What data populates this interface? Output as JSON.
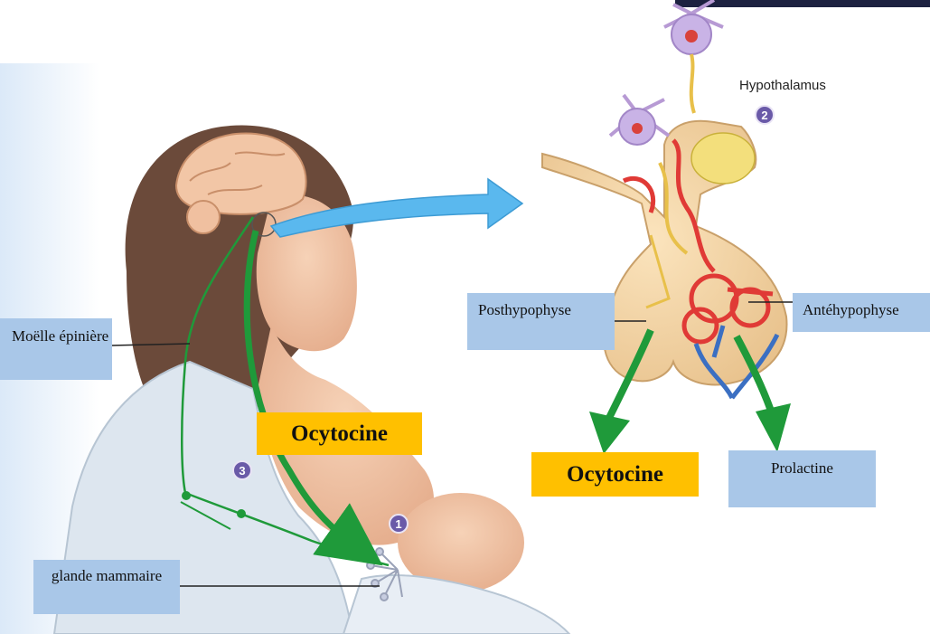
{
  "labels": {
    "moelle": "Moëlle épinière",
    "glande": "glande mammaire",
    "posthypophyse": "Posthypophyse",
    "antehypophyse": "Antéhypophyse",
    "prolactine": "Prolactine",
    "ocytocine_left": "Ocytocine",
    "ocytocine_right": "Ocytocine",
    "hypothalamus": "Hypothalamus"
  },
  "steps": {
    "one": "1",
    "two": "2",
    "three": "3"
  },
  "colors": {
    "label_box": "#a9c7e8",
    "hormone_box": "#ffc000",
    "arrow_green": "#1f9a3a",
    "arrow_blue": "#5ab8ee",
    "vessel_red": "#e03a36",
    "vessel_blue": "#3b6fc2",
    "step_badge": "#6a5aa8"
  }
}
